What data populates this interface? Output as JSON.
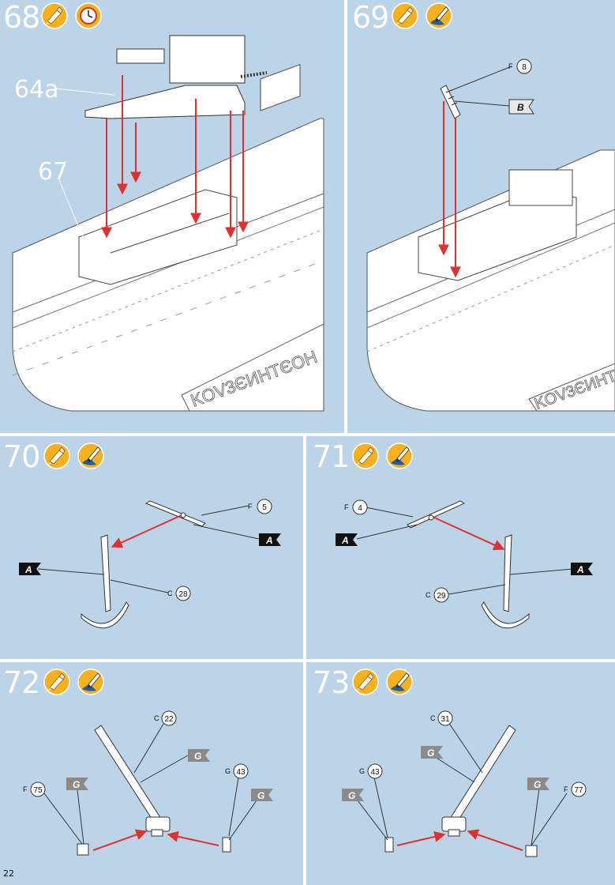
{
  "page_number": "22",
  "steps": [
    {
      "number": "68",
      "icons": [
        "glue-icon",
        "clock-icon"
      ],
      "callouts": [
        "64a",
        "67"
      ]
    },
    {
      "number": "69",
      "icons": [
        "glue-icon",
        "paint-icon"
      ],
      "part": {
        "sprue": "F",
        "num": "8"
      },
      "flag": "B"
    },
    {
      "number": "70",
      "icons": [
        "glue-icon",
        "paint-icon"
      ],
      "parts": [
        {
          "sprue": "F",
          "num": "5"
        },
        {
          "sprue": "C",
          "num": "28"
        }
      ],
      "flags": [
        "A",
        "A"
      ]
    },
    {
      "number": "71",
      "icons": [
        "glue-icon",
        "paint-icon"
      ],
      "parts": [
        {
          "sprue": "F",
          "num": "4"
        },
        {
          "sprue": "C",
          "num": "29"
        }
      ],
      "flags": [
        "A",
        "A"
      ]
    },
    {
      "number": "72",
      "icons": [
        "glue-icon",
        "paint-icon"
      ],
      "parts": [
        {
          "sprue": "C",
          "num": "22"
        },
        {
          "sprue": "G",
          "num": "43"
        },
        {
          "sprue": "F",
          "num": "75"
        }
      ],
      "flags": [
        "G",
        "G",
        "G"
      ]
    },
    {
      "number": "73",
      "icons": [
        "glue-icon",
        "paint-icon"
      ],
      "parts": [
        {
          "sprue": "C",
          "num": "31"
        },
        {
          "sprue": "G",
          "num": "43"
        },
        {
          "sprue": "F",
          "num": "77"
        }
      ],
      "flags": [
        "G",
        "G",
        "G"
      ]
    }
  ],
  "hull_text": "KOV3ЄИНТЄОН",
  "colors": {
    "panel": "#bcd4e8",
    "arrow": "#e03030",
    "icon_orange": "#f5a623",
    "flag_black": "#111111",
    "flag_grey": "#8a8a8a",
    "flag_light": "#e8e8e8"
  }
}
